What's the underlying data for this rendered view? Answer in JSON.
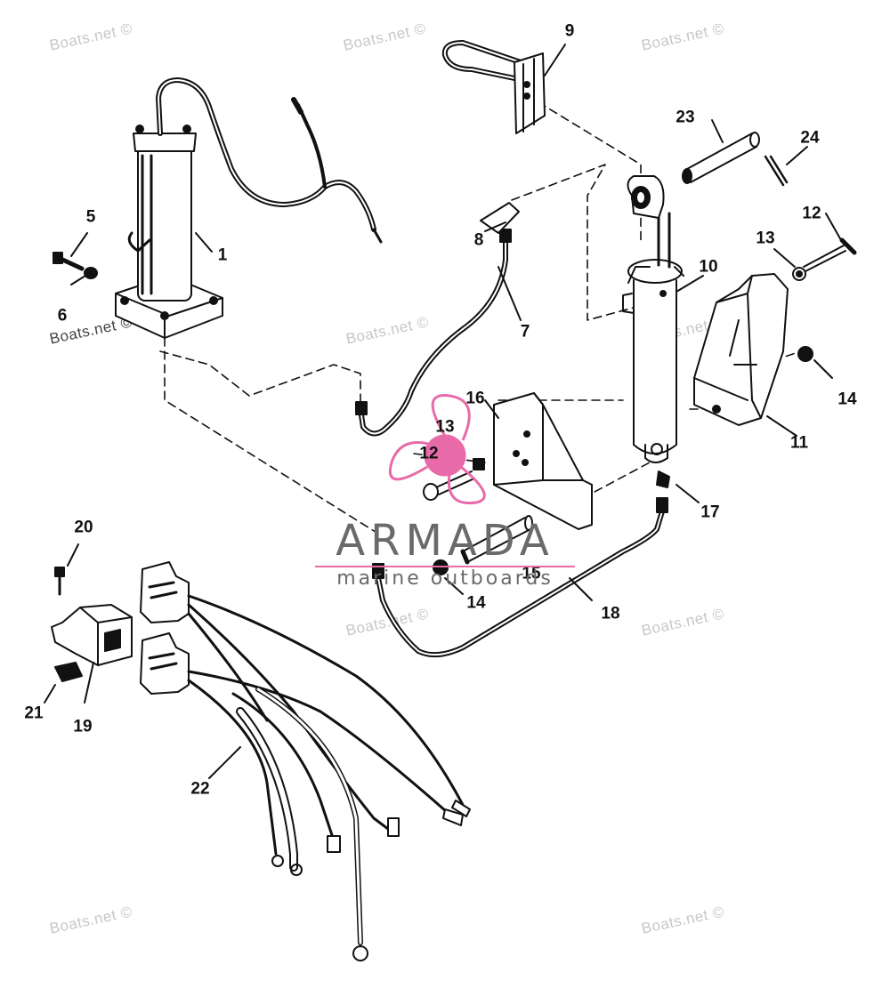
{
  "watermark": "Boats.net ©",
  "brand": {
    "name": "ARMADA",
    "tagline": "marine outboards",
    "accent_color": "#e86aa8"
  },
  "ink_color": "#111111",
  "labels": {
    "p1": "1",
    "p5": "5",
    "p6": "6",
    "p7": "7",
    "p8": "8",
    "p9": "9",
    "p10": "10",
    "p11": "11",
    "p12a": "12",
    "p12b": "12",
    "p13a": "13",
    "p13b": "13",
    "p14a": "14",
    "p14b": "14",
    "p15": "15",
    "p16": "16",
    "p17": "17",
    "p18": "18",
    "p19": "19",
    "p20": "20",
    "p21": "21",
    "p22": "22",
    "p23": "23",
    "p24": "24"
  }
}
